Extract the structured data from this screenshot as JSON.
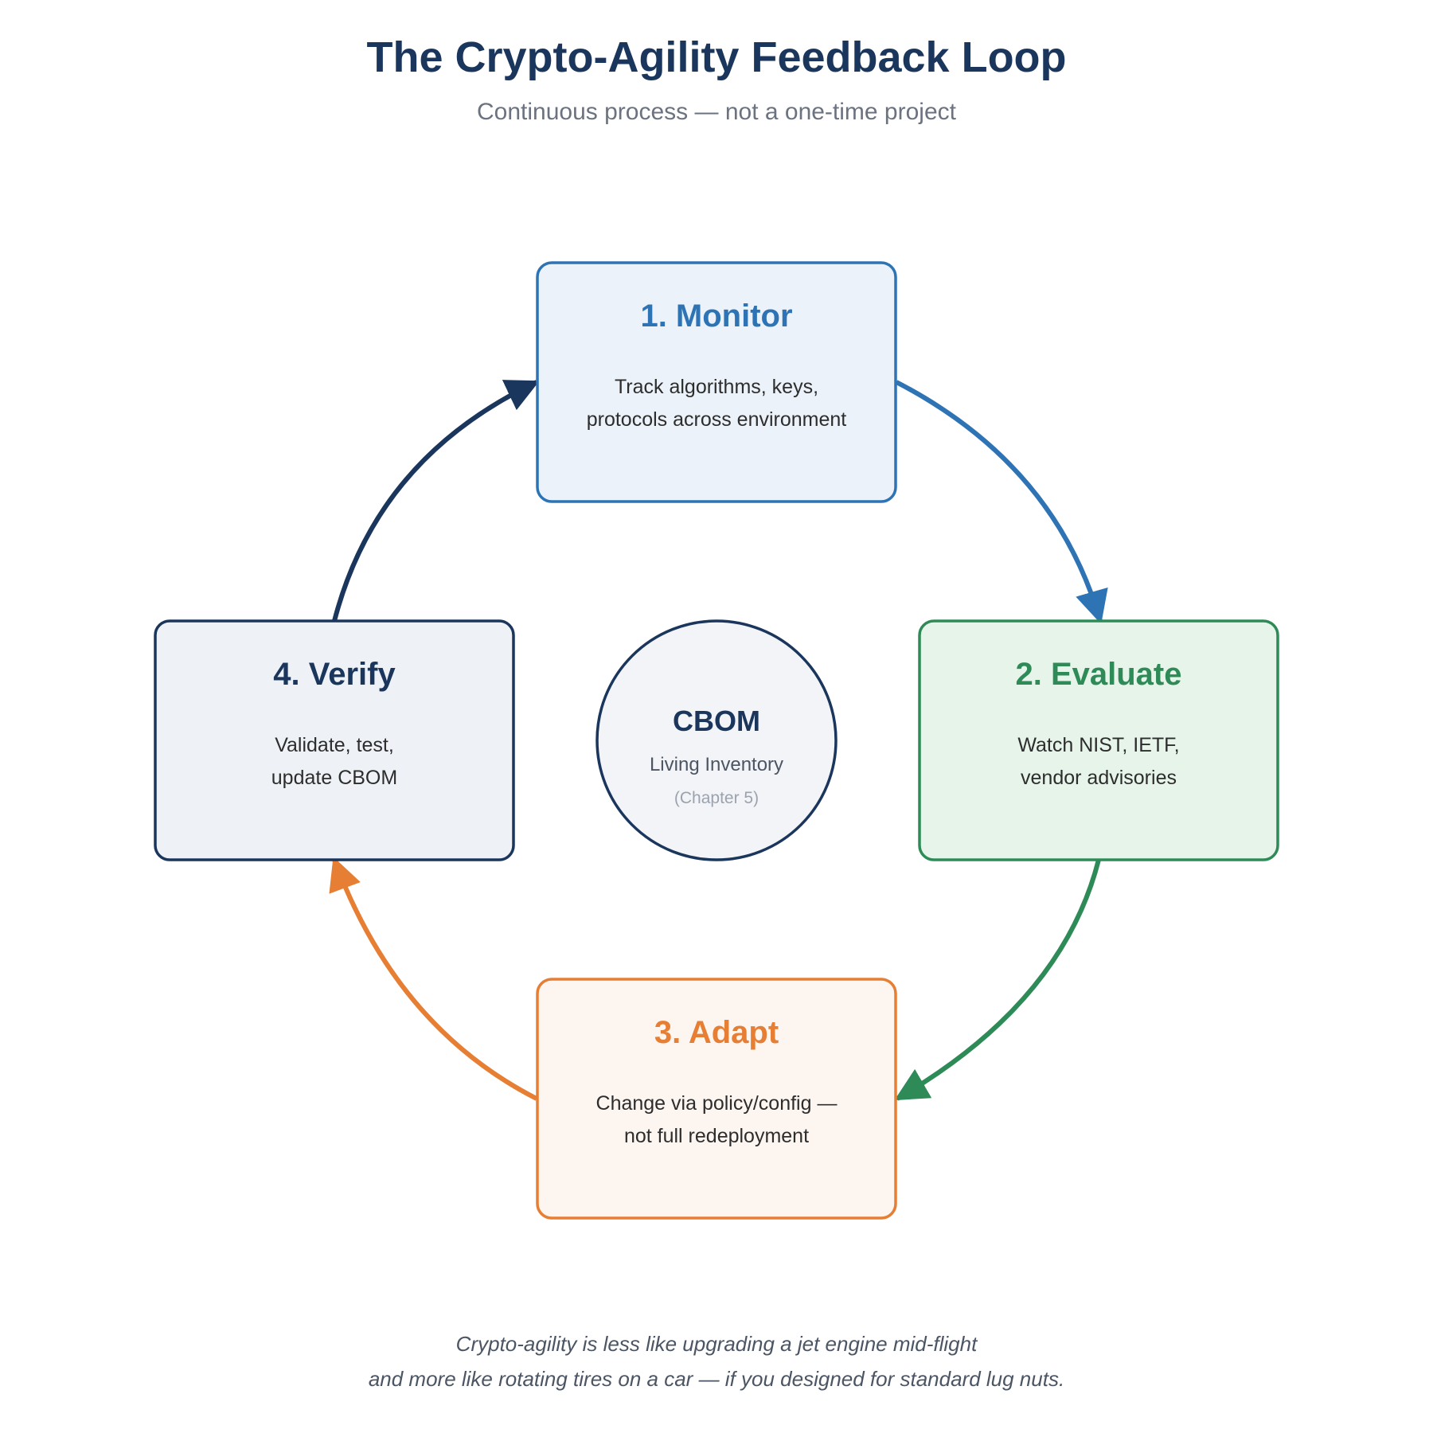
{
  "header": {
    "title": "The Crypto-Agility Feedback Loop",
    "subtitle": "Continuous process — not a one-time project"
  },
  "hub": {
    "title": "CBOM",
    "subtitle": "Living Inventory",
    "note": "(Chapter 5)",
    "stroke": "#1b365d",
    "fill": "#f2f4f7"
  },
  "steps": [
    {
      "id": "monitor",
      "title": "1. Monitor",
      "lines": [
        "Track algorithms, keys,",
        "protocols across environment"
      ],
      "color": "#2e74b5",
      "fill": "#ebf2f9"
    },
    {
      "id": "evaluate",
      "title": "2. Evaluate",
      "lines": [
        "Watch NIST, IETF,",
        "vendor advisories"
      ],
      "color": "#2e8b57",
      "fill": "#e6f4ea"
    },
    {
      "id": "adapt",
      "title": "3. Adapt",
      "lines": [
        "Change via policy/config —",
        "not full redeployment"
      ],
      "color": "#e67e33",
      "fill": "#fdf5ef"
    },
    {
      "id": "verify",
      "title": "4. Verify",
      "lines": [
        "Validate, test,",
        "update CBOM"
      ],
      "color": "#1b365d",
      "fill": "#eef2f6"
    }
  ],
  "connections": [
    {
      "from": "monitor",
      "to": "evaluate",
      "color": "#2e74b5"
    },
    {
      "from": "evaluate",
      "to": "adapt",
      "color": "#2e8b57"
    },
    {
      "from": "adapt",
      "to": "verify",
      "color": "#e67e33"
    },
    {
      "from": "verify",
      "to": "monitor",
      "color": "#1b365d"
    }
  ],
  "footer": {
    "line1": "Crypto-agility is less like upgrading a jet engine mid-flight",
    "line2": "and more like rotating tires on a car — if you designed for standard lug nuts."
  }
}
